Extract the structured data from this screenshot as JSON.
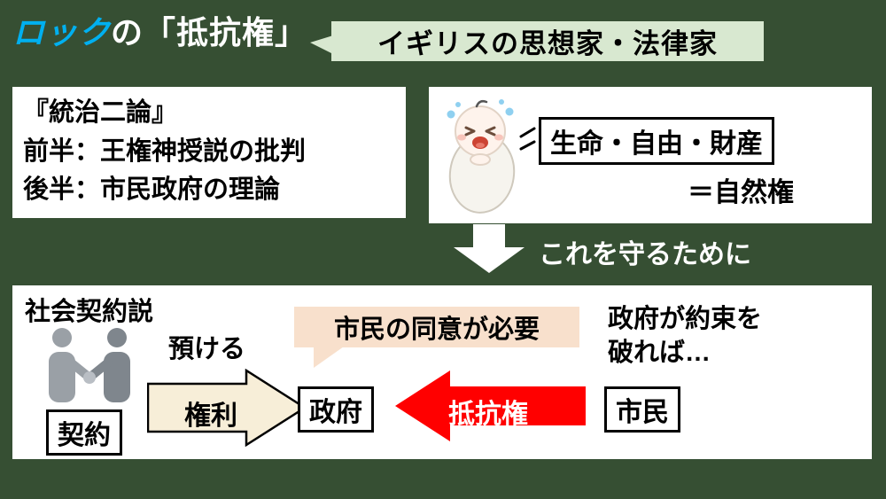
{
  "title": {
    "highlight": "ロック",
    "rest": "の「抵抗権」"
  },
  "callout": {
    "label": "イギリスの思想家・法律家"
  },
  "book_box": {
    "line1": "『統治二論』",
    "line2": "前半：王権神授説の批判",
    "line3": "後半：市民政府の理論"
  },
  "natural_rights_box": {
    "rights": "生命・自由・財産",
    "equals": "＝自然権"
  },
  "transition": {
    "label": "これを守るために"
  },
  "contract_box": {
    "heading": "社会契約説",
    "contract_label": "契約",
    "entrust_label": "預ける",
    "rights_arrow_label": "権利",
    "government_label": "政府",
    "consent_bubble": "市民の同意が必要",
    "resistance_arrow_label": "抵抗権",
    "citizen_label": "市民",
    "breach_line1": "政府が約束を",
    "breach_line2": "破れば…"
  },
  "icons": {
    "baby": "crying-baby-icon",
    "handshake": "handshake-icon",
    "down_arrow": "down-arrow-icon",
    "rights_arrow": "right-block-arrow-icon",
    "resistance_arrow": "left-block-arrow-icon"
  },
  "colors": {
    "background": "#364f33",
    "accent_cyan": "#00b0f0",
    "callout_green": "#d8e8d0",
    "cream_arrow": "#f7eed8",
    "resistance_red": "#ff0000",
    "consent_peach": "#f8e0cc",
    "box_white": "#ffffff",
    "text_black": "#000000",
    "text_white": "#ffffff"
  }
}
